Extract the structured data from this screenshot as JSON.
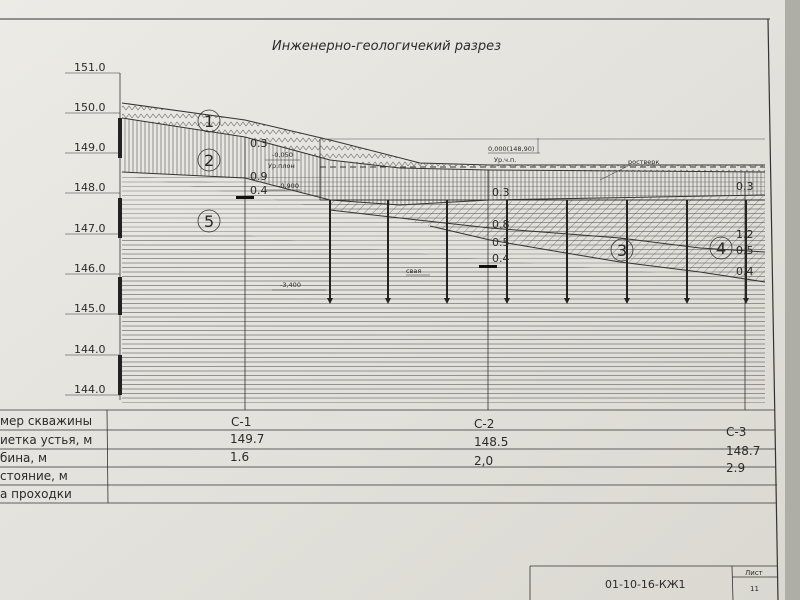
{
  "title": "Инженерно-геологичекий разрез",
  "elevation_labels": [
    "151.0",
    "150.0",
    "149.0",
    "148.0",
    "147.0",
    "146.0",
    "145.0",
    "144.0",
    "144.0"
  ],
  "layers": [
    "1",
    "2",
    "3",
    "4",
    "5"
  ],
  "annotations": {
    "mark_top": "-0,050",
    "ur_pl": "Ур.плон",
    "mark_bottom": "-0,900",
    "zero_mark": "0,000(148,90)",
    "ur_chl": "Ур.ч.п.",
    "rostverk": "ростверк",
    "svaya": "свая",
    "pile_tip": "-3,400"
  },
  "layer_thickness": {
    "c1": [
      "0.3",
      "0.9",
      "0.4"
    ],
    "c2": [
      "0.3",
      "0.8",
      "0.5",
      "0.4"
    ],
    "c3": [
      "0.3",
      "1.2",
      "0.5",
      "0.4"
    ]
  },
  "table": {
    "row_labels": [
      "мер скважины",
      "иетка устья, м",
      "бина, м",
      "стояние, м",
      "а проходки"
    ],
    "boreholes": [
      {
        "name": "С-1",
        "mark": "149.7",
        "depth": "1.6"
      },
      {
        "name": "С-2",
        "mark": "148.5",
        "depth": "2,0"
      },
      {
        "name": "С-3",
        "mark": "148.7",
        "depth": "2.9"
      }
    ]
  },
  "stamp": {
    "code": "01-10-16-КЖ1",
    "sheet_label": "Лист",
    "sheet_num": "11"
  }
}
